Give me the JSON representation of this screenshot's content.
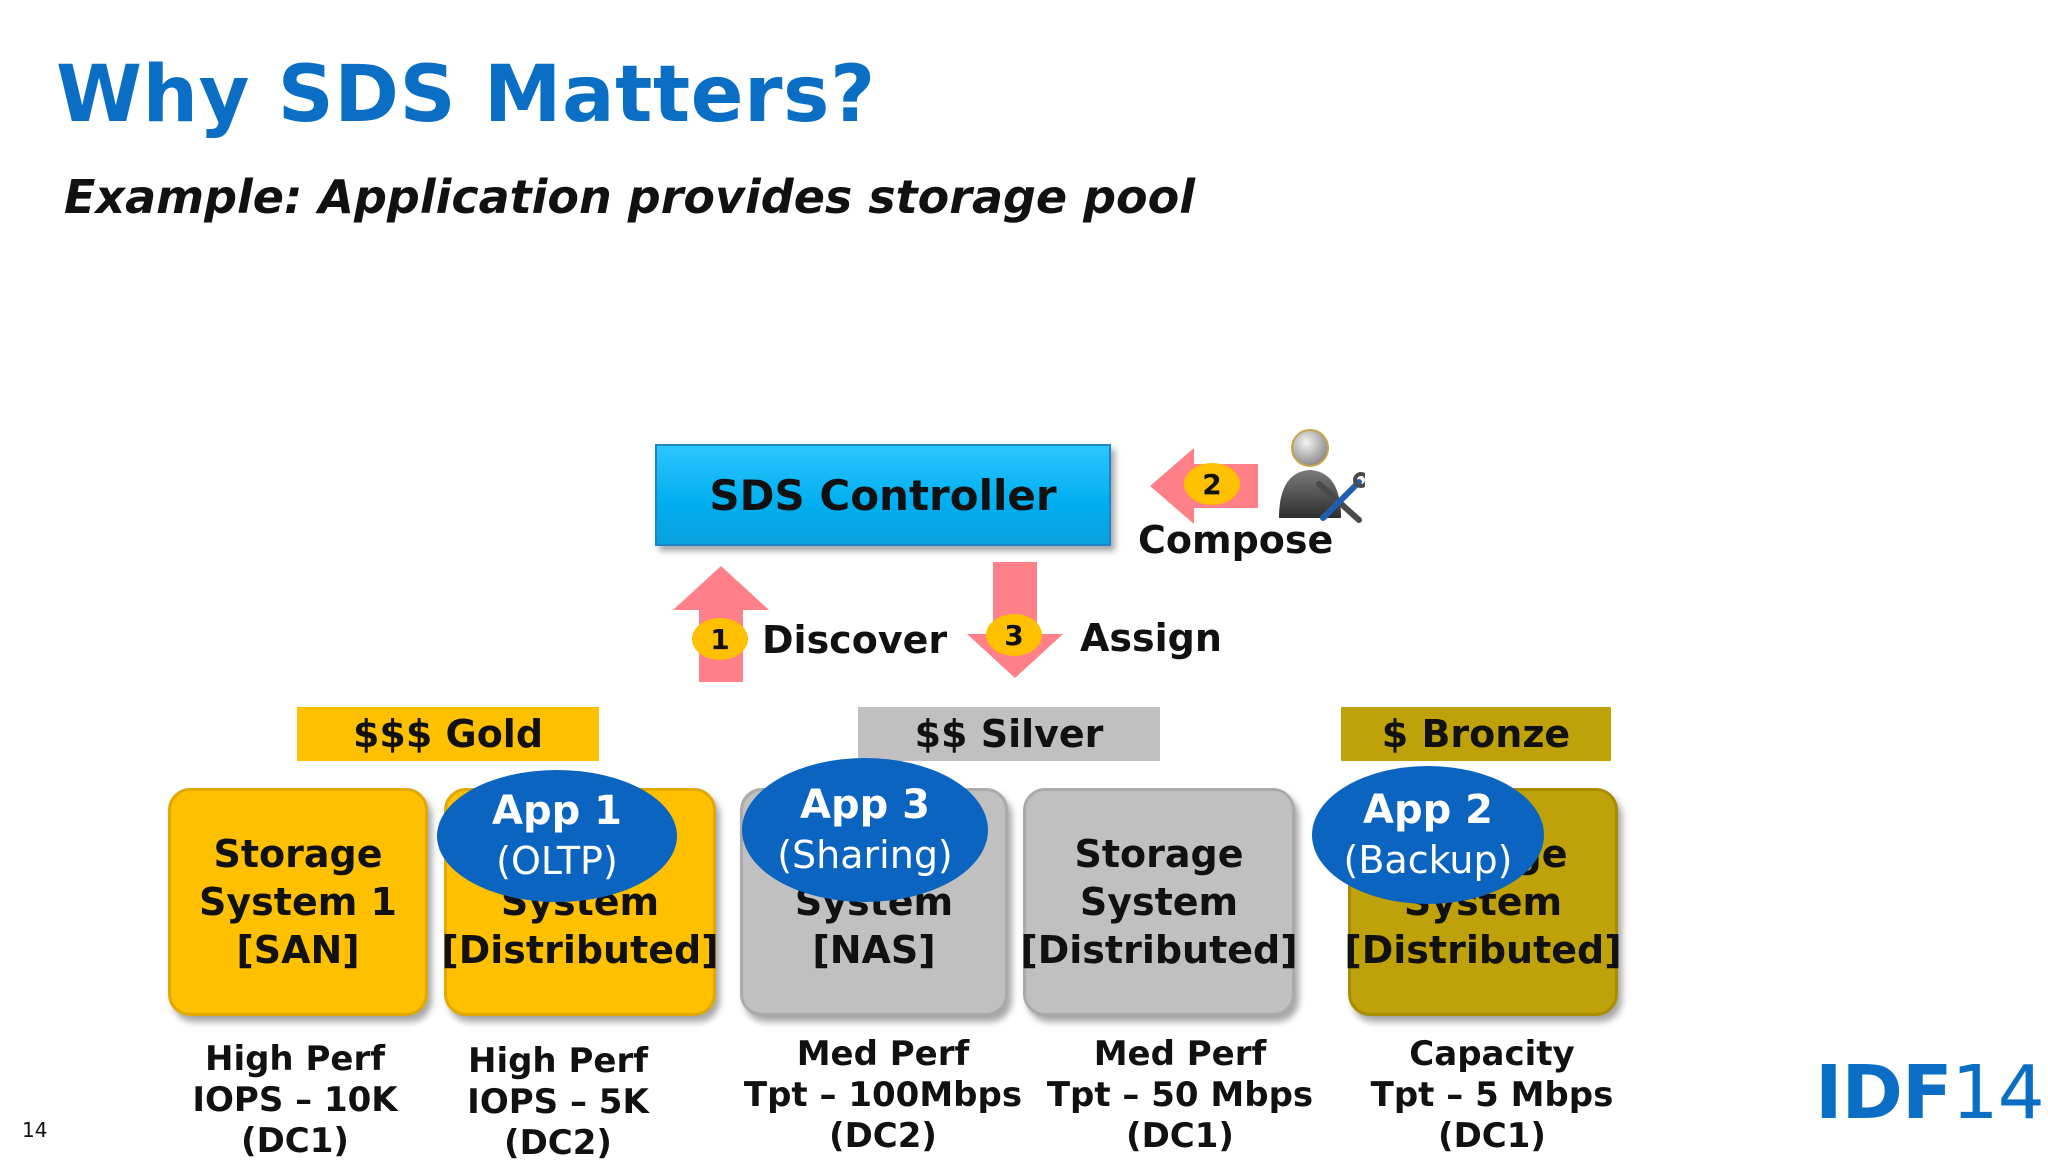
{
  "title": "Why SDS Matters?",
  "subtitle": "Example: Application provides storage pool",
  "controller": "SDS Controller",
  "steps": [
    {
      "number": "1",
      "label": "Discover"
    },
    {
      "number": "2",
      "label": "Compose"
    },
    {
      "number": "3",
      "label": "Assign"
    }
  ],
  "tiers": [
    {
      "label": "$$$ Gold",
      "color": "#ffc000"
    },
    {
      "label": "$$ Silver",
      "color": "#c0c0c0"
    },
    {
      "label": "$ Bronze",
      "color": "#bfa10a"
    }
  ],
  "storage_systems": [
    {
      "text": "Storage\nSystem 1\n[SAN]",
      "caption": "High Perf\nIOPS – 10K\n(DC1)"
    },
    {
      "text": "Storage\nSystem\n[Distributed]",
      "caption": "High Perf\nIOPS – 5K\n(DC2)"
    },
    {
      "text": "Storage\nSystem\n[NAS]",
      "caption": "Med Perf\nTpt – 100Mbps\n(DC2)"
    },
    {
      "text": "Storage\nSystem\n[Distributed]",
      "caption": "Med Perf\nTpt – 50 Mbps\n(DC1)"
    },
    {
      "text": "Storage\nSystem\n[Distributed]",
      "caption": "Capacity\nTpt – 5 Mbps\n(DC1)"
    }
  ],
  "apps": [
    {
      "name": "App 1",
      "role": "(OLTP)"
    },
    {
      "name": "App 3",
      "role": "(Sharing)"
    },
    {
      "name": "App 2",
      "role": "(Backup)"
    }
  ],
  "page_number": "14",
  "logo": {
    "letters": "IDF",
    "digits": "14"
  },
  "colors": {
    "title": "#0a6fc4",
    "controller": "#00aeef",
    "arrow": "#ff8088",
    "badge": "#ffc000",
    "app": "#0b64c0"
  },
  "icons": {
    "admin": "user-with-tools-icon"
  }
}
